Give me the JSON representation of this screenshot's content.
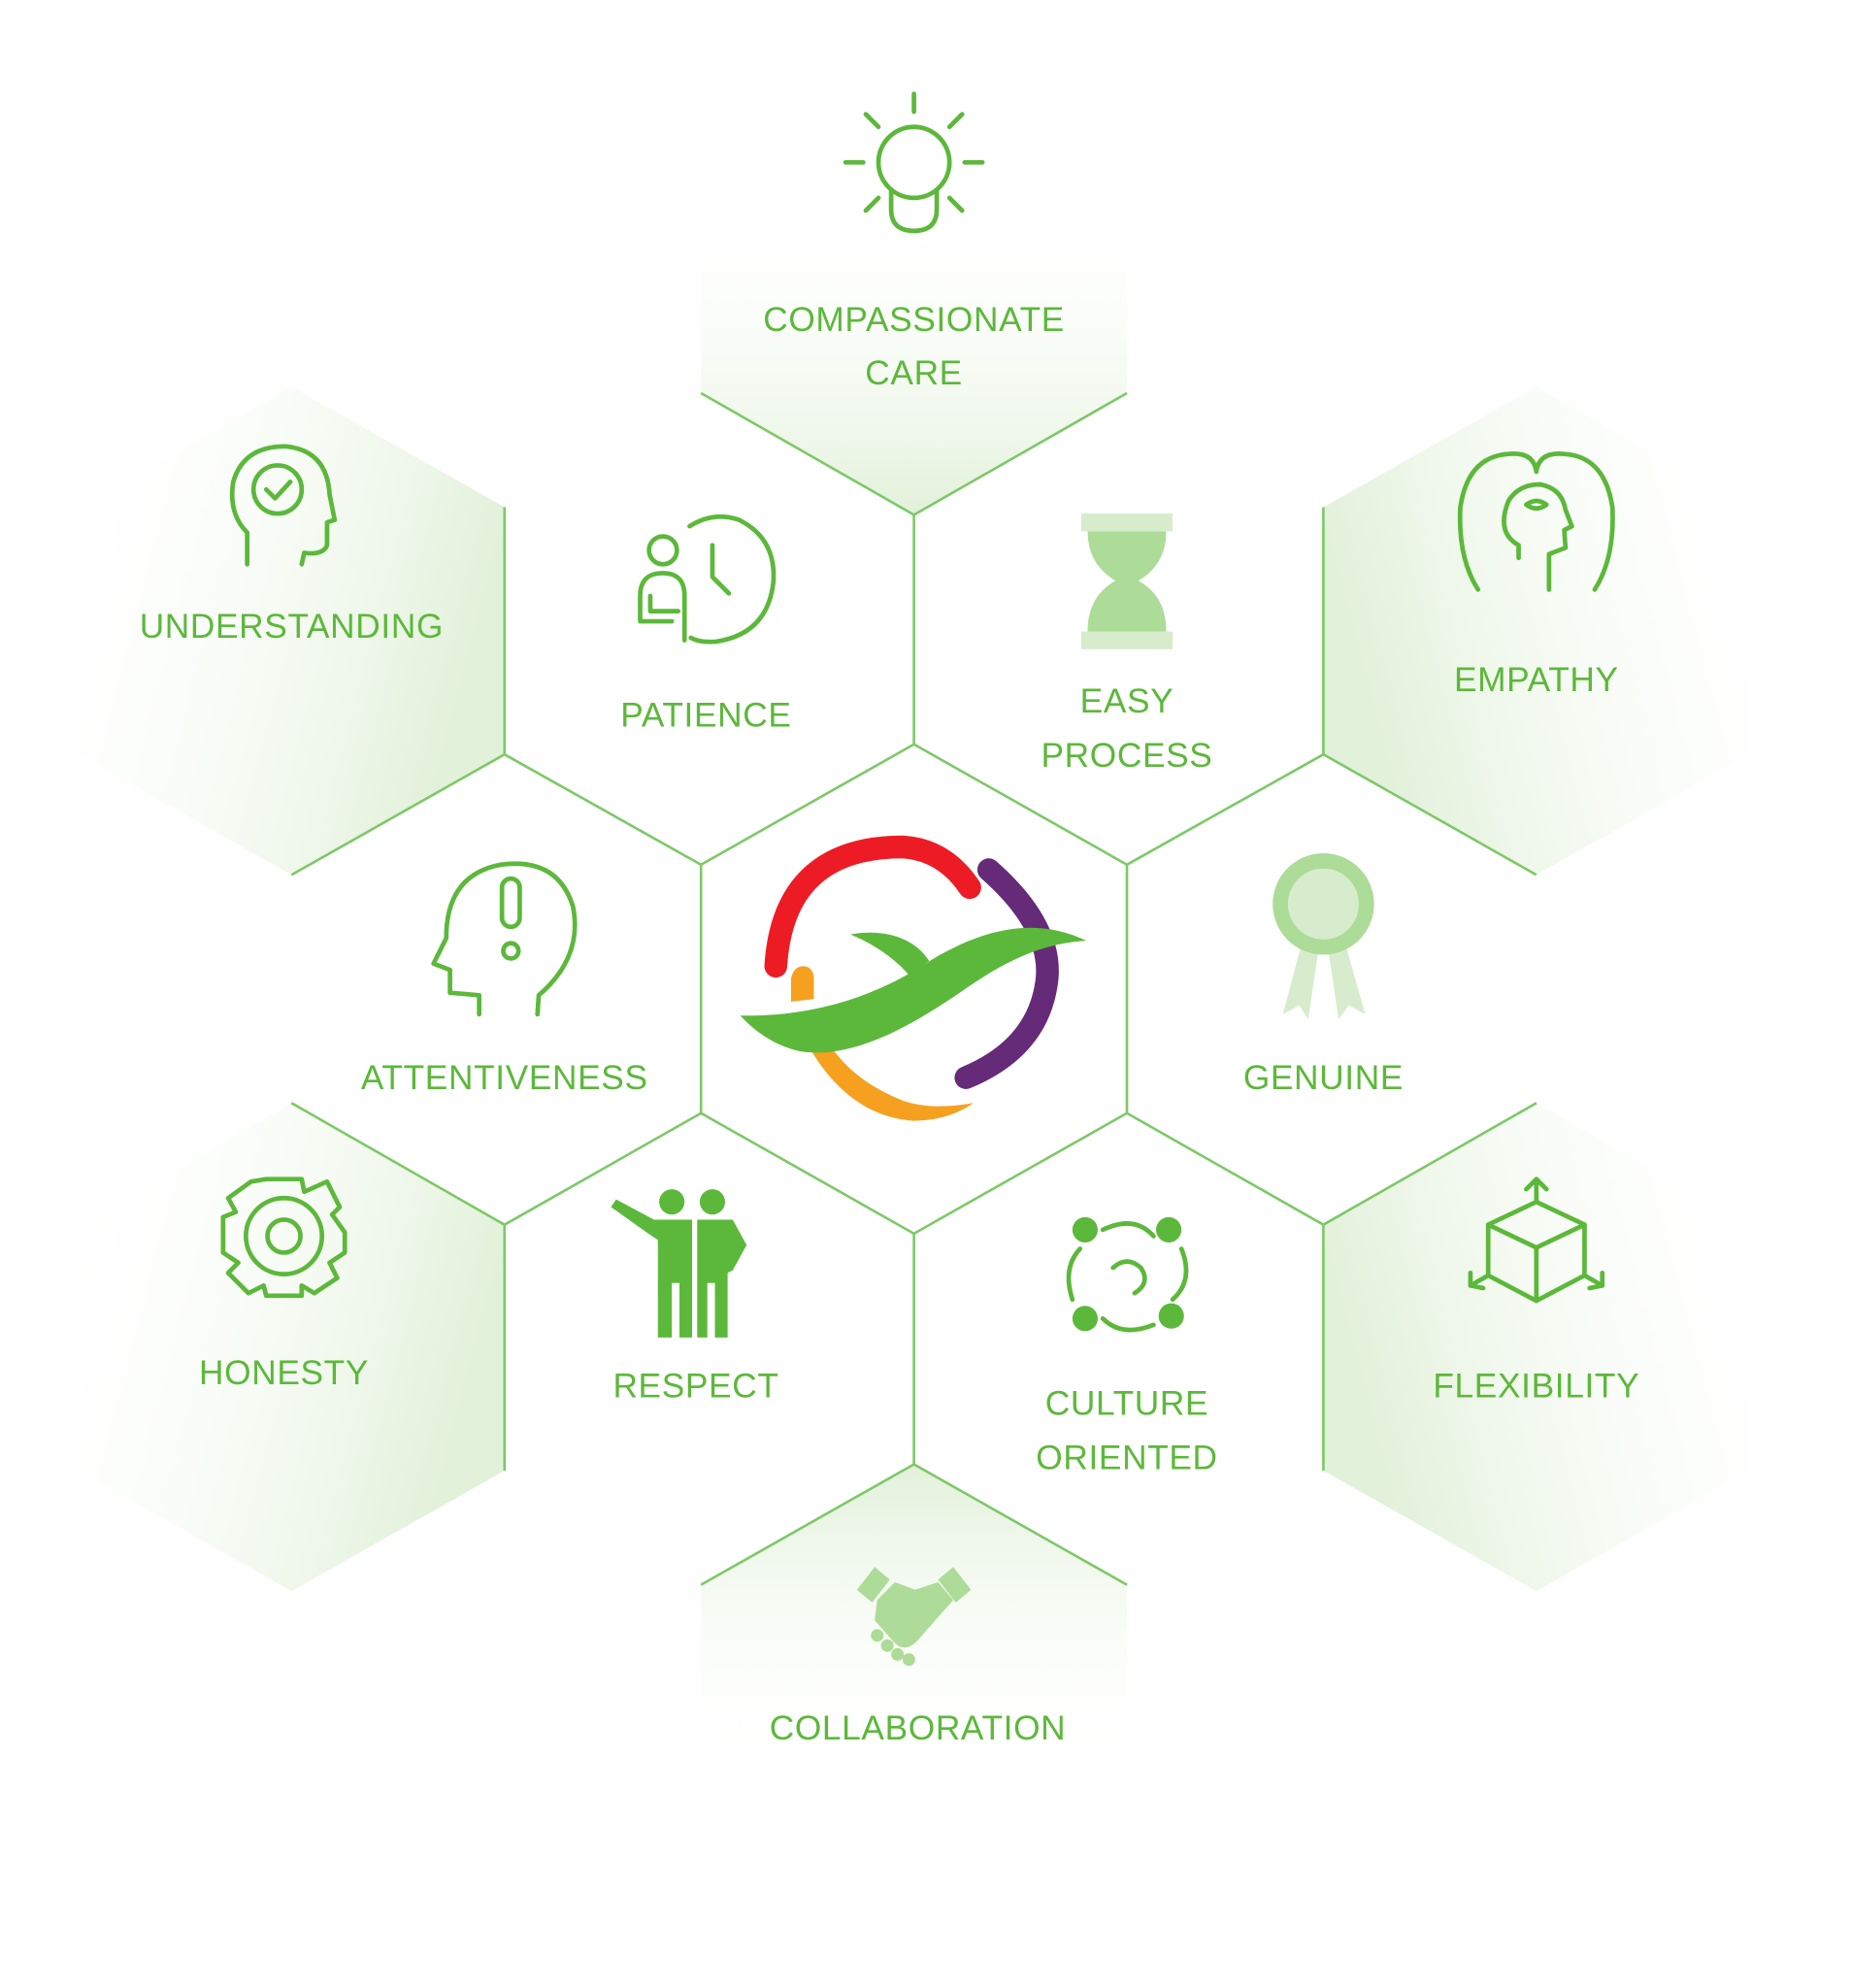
{
  "diagram": {
    "colors": {
      "accent": "#5cb83a",
      "line": "#7dc967",
      "center_fill": "#dff0d6",
      "pale_icon": "#acdc98"
    },
    "center": {
      "name": "logo",
      "colors": [
        "#ed1c24",
        "#652a78",
        "#f6a020",
        "#5cb83a"
      ]
    },
    "values": [
      {
        "label_lines": [
          "COMPASSIONATE",
          "CARE"
        ],
        "icon": "lightbulb-icon"
      },
      {
        "label_lines": [
          "UNDERSTANDING"
        ],
        "icon": "head-checkmark-icon"
      },
      {
        "label_lines": [
          "PATIENCE"
        ],
        "icon": "person-clock-icon"
      },
      {
        "label_lines": [
          "EASY",
          "PROCESS"
        ],
        "icon": "hourglass-icon"
      },
      {
        "label_lines": [
          "EMPATHY"
        ],
        "icon": "two-heads-icon"
      },
      {
        "label_lines": [
          "ATTENTIVENESS"
        ],
        "icon": "head-exclamation-icon"
      },
      {
        "label_lines": [
          "GENUINE"
        ],
        "icon": "ribbon-award-icon"
      },
      {
        "label_lines": [
          "HONESTY"
        ],
        "icon": "gear-icon"
      },
      {
        "label_lines": [
          "RESPECT"
        ],
        "icon": "two-people-icon"
      },
      {
        "label_lines": [
          "CULTURE",
          "ORIENTED"
        ],
        "icon": "people-circle-icon"
      },
      {
        "label_lines": [
          "FLEXIBILITY"
        ],
        "icon": "cube-arrows-icon"
      },
      {
        "label_lines": [
          "COLLABORATION"
        ],
        "icon": "handshake-icon"
      }
    ]
  }
}
